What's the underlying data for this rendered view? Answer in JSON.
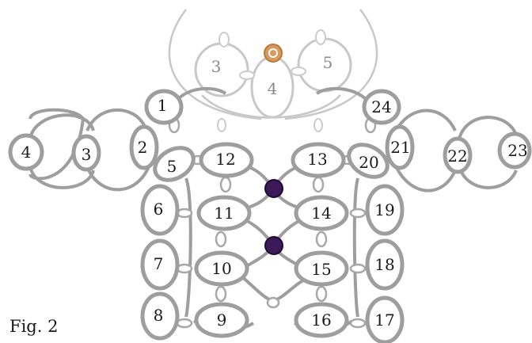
{
  "figure": {
    "caption": "Fig. 2"
  },
  "rings": {
    "top_3": "3",
    "top_4": "4",
    "top_5": "5",
    "r1": "1",
    "r2": "2",
    "r3": "3",
    "r4": "4",
    "r5": "5",
    "r6": "6",
    "r7": "7",
    "r8": "8",
    "r9": "9",
    "r10": "10",
    "r11": "11",
    "r12": "12",
    "r13": "13",
    "r14": "14",
    "r15": "15",
    "r16": "16",
    "r17": "17",
    "r18": "18",
    "r19": "19",
    "r20": "20",
    "r21": "21",
    "r22": "22",
    "r23": "23",
    "r24": "24"
  },
  "colors": {
    "thread": "#9e9e9e",
    "thread_faint": "#c8c8c8",
    "bead_dark": "#3b1a57",
    "bead_accent": "#d79a5a"
  }
}
